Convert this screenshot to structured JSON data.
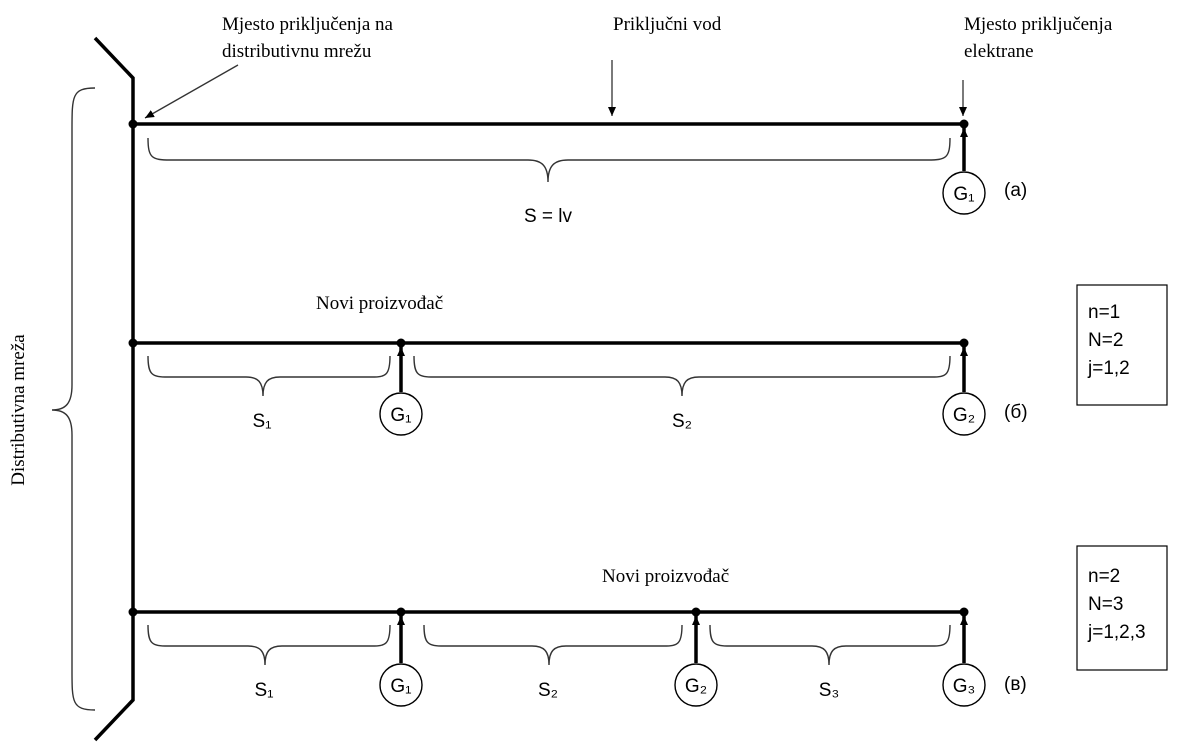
{
  "labels": {
    "mjesto_mreza_line1": "Mjesto priključenja na",
    "mjesto_mreza_line2": "distributivnu mrežu",
    "prikljucni_vod": "Priključni vod",
    "mjesto_elektrane_line1": "Mjesto priključenja",
    "mjesto_elektrane_line2": "elektrane",
    "distributivna_mreza": "Distributivna mreža"
  },
  "case_a": {
    "span_label": "S = lv",
    "generator": "G₁",
    "tag": "(а)"
  },
  "case_b": {
    "title": "Novi proizvođač",
    "span_labels": [
      "S₁",
      "S₂"
    ],
    "generators": [
      "G₁",
      "G₂"
    ],
    "tag": "(б)",
    "box": [
      "n=1",
      "N=2",
      "j=1,2"
    ]
  },
  "case_c": {
    "title": "Novi proizvođač",
    "span_labels": [
      "S₁",
      "S₂",
      "S₃"
    ],
    "generators": [
      "G₁",
      "G₂",
      "G₃"
    ],
    "tag": "(в)",
    "box": [
      "n=2",
      "N=3",
      "j=1,2,3"
    ]
  }
}
